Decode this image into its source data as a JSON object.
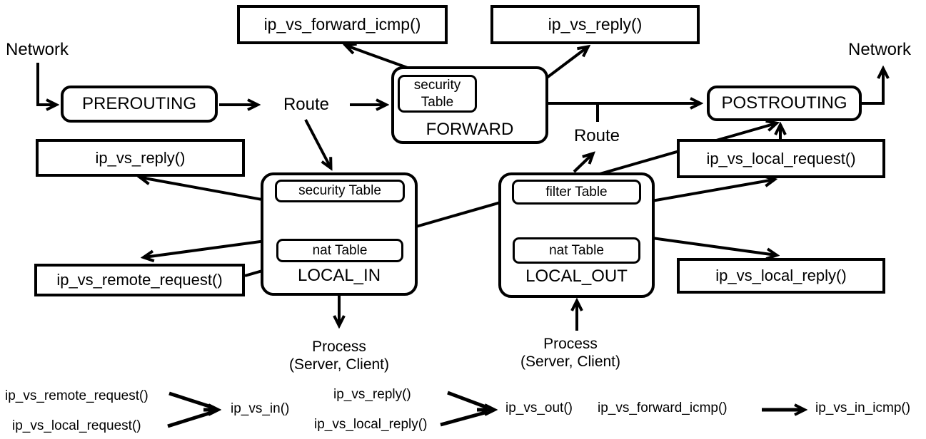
{
  "colors": {
    "background": "#ffffff",
    "ink": "#000000"
  },
  "labels": {
    "network_left": "Network",
    "network_right": "Network",
    "route_top": "Route",
    "route_mid": "Route",
    "process_line1": "Process",
    "process_line2": "(Server, Client)"
  },
  "chains": {
    "prerouting": {
      "label": "PREROUTING"
    },
    "forward": {
      "label": "FORWARD",
      "table_line1": "security",
      "table_line2": "Table"
    },
    "postrouting": {
      "label": "POSTROUTING"
    },
    "local_in": {
      "label": "LOCAL_IN",
      "table1": "security Table",
      "table2": "nat Table"
    },
    "local_out": {
      "label": "LOCAL_OUT",
      "table1": "filter Table",
      "table2": "nat Table"
    }
  },
  "functions": {
    "forward_icmp": "ip_vs_forward_icmp()",
    "reply_top": "ip_vs_reply()",
    "reply_left": "ip_vs_reply()",
    "remote_request": "ip_vs_remote_request()",
    "local_request": "ip_vs_local_request()",
    "local_reply": "ip_vs_local_reply()"
  },
  "legend": {
    "group1": {
      "inputs": [
        "ip_vs_remote_request()",
        "ip_vs_local_request()"
      ],
      "output": "ip_vs_in()"
    },
    "group2": {
      "inputs": [
        "ip_vs_reply()",
        "ip_vs_local_reply()"
      ],
      "output": "ip_vs_out()"
    },
    "group3": {
      "input": "ip_vs_forward_icmp()",
      "output": "ip_vs_in_icmp()"
    }
  },
  "connections": [
    "network -> PREROUTING -> Route -> FORWARD -> POSTROUTING -> network",
    "Route -> LOCAL_IN -> Process",
    "Process -> LOCAL_OUT -> Route",
    "FORWARD <-> ip_vs_forward_icmp(), ip_vs_reply()",
    "LOCAL_IN <-> ip_vs_reply(), ip_vs_remote_request()",
    "LOCAL_OUT <-> ip_vs_local_request(), ip_vs_local_reply()",
    "ip_vs_remote_request() -> POSTROUTING",
    "ip_vs_local_request() -> POSTROUTING"
  ]
}
